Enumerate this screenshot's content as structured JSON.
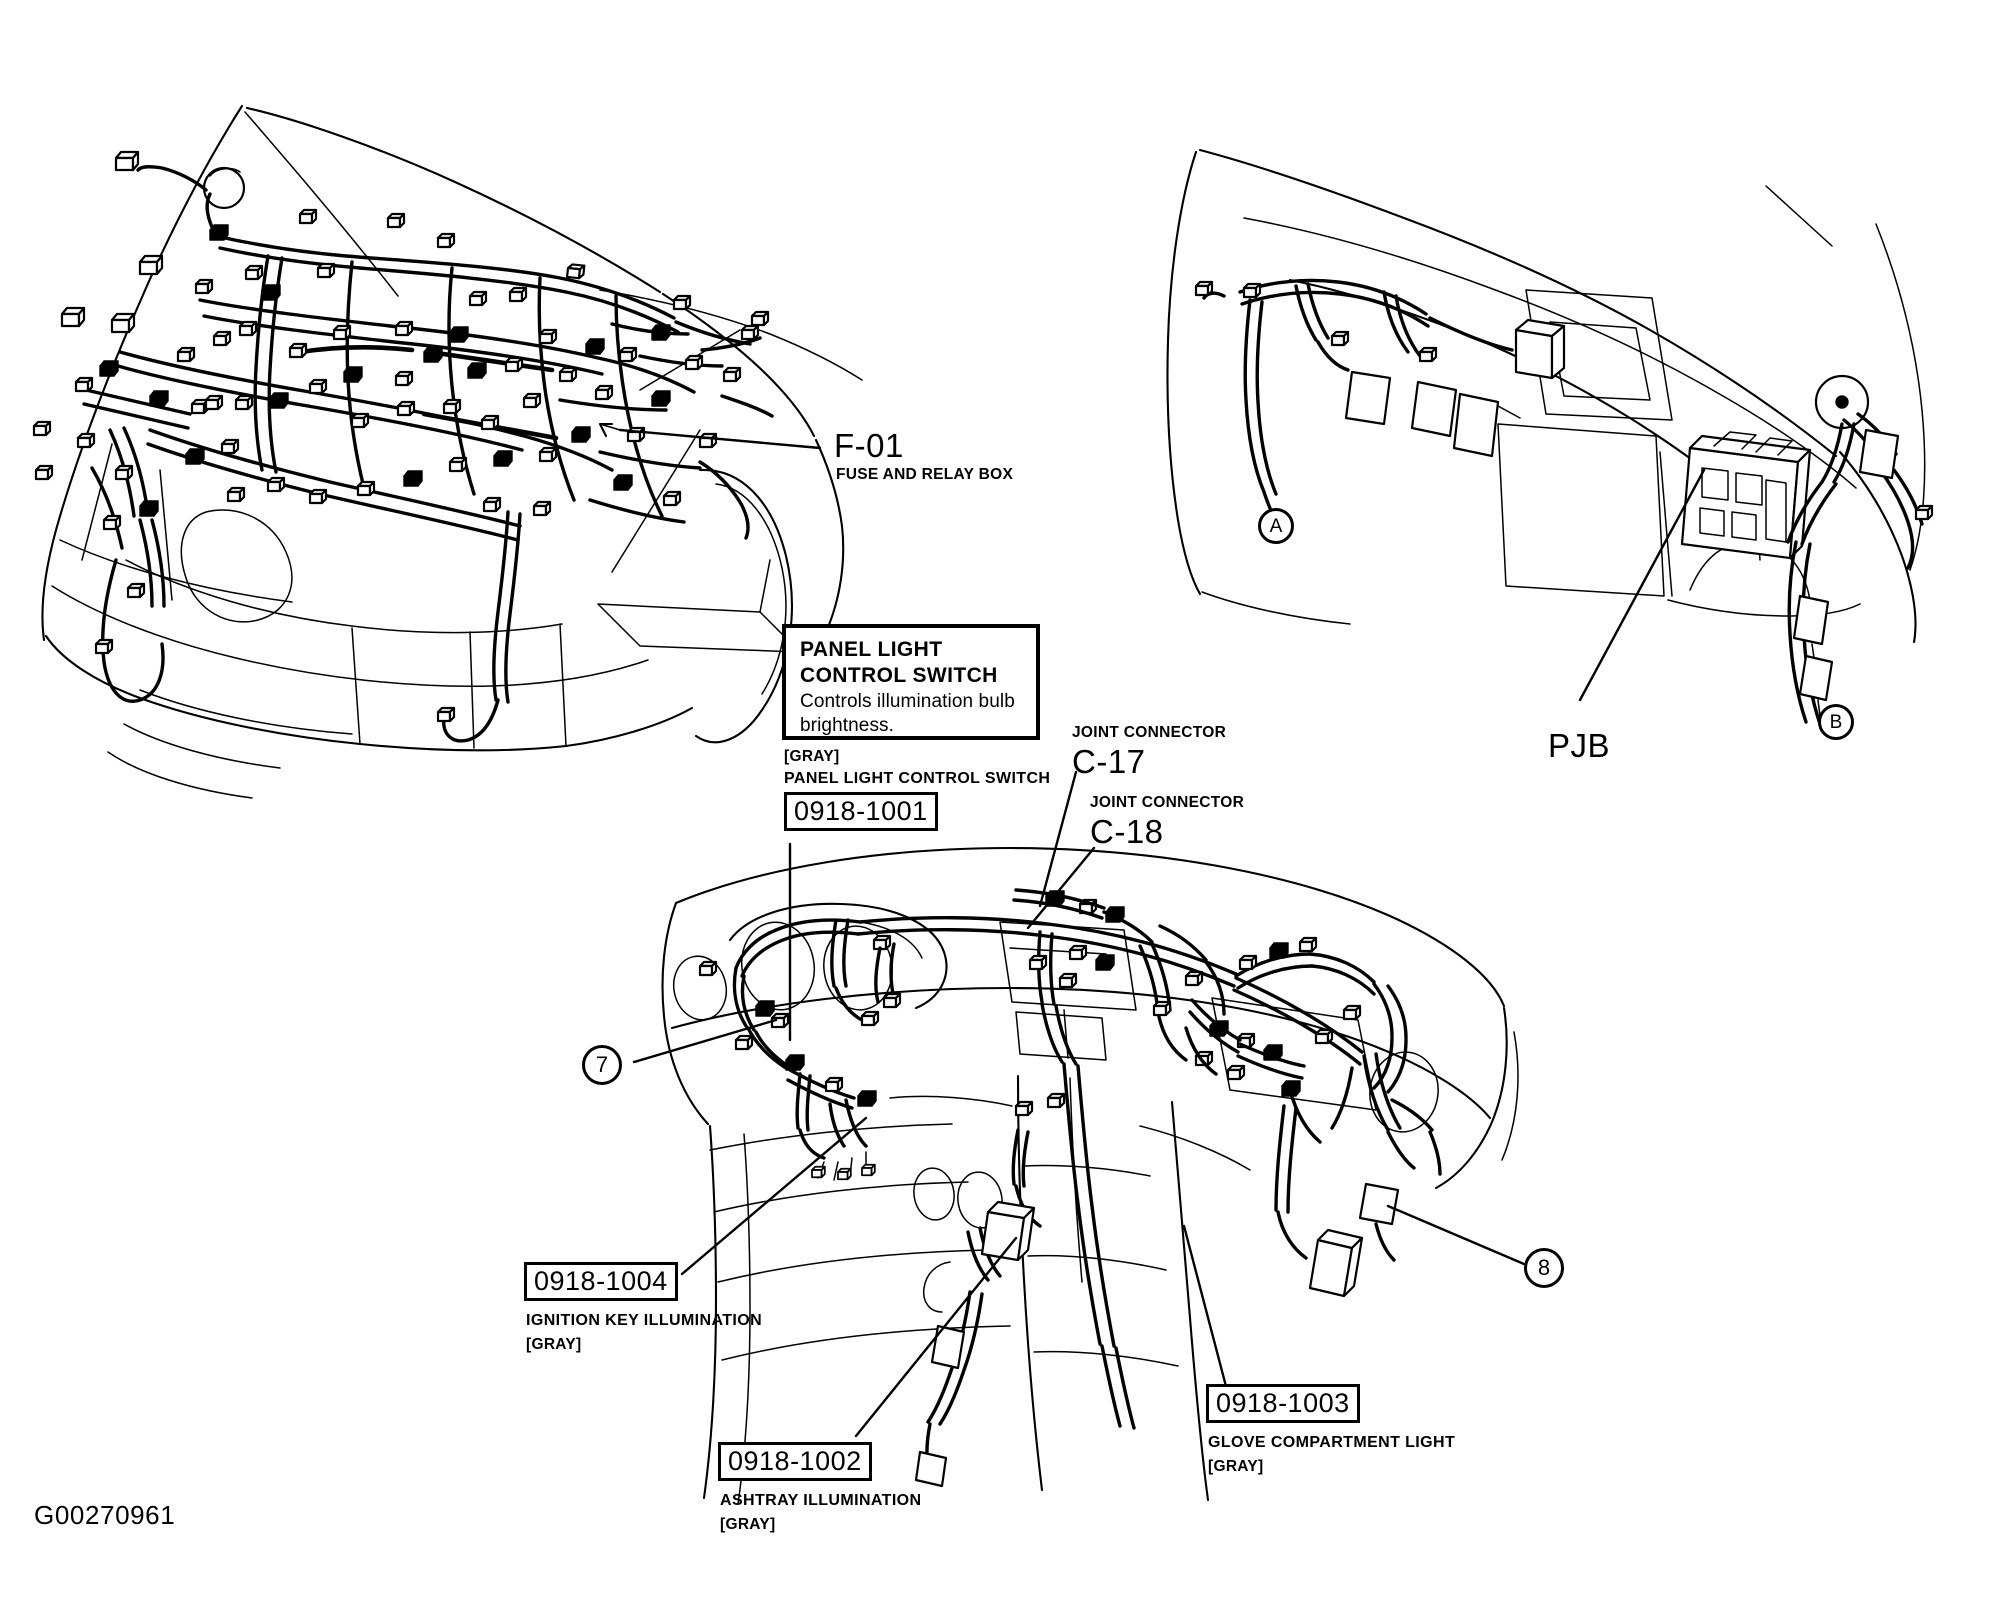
{
  "figure": {
    "id": "G00270961",
    "kind": "wiring-harness-routing-diagram"
  },
  "views": {
    "engine_bay": {
      "name": "Engine compartment harness view",
      "callouts": [
        {
          "ref": "F-01",
          "description": "FUSE AND RELAY BOX"
        }
      ]
    },
    "cowl_pjb": {
      "name": "Cowl / passenger junction block view",
      "callouts": [
        {
          "ref": "PJB",
          "description": ""
        }
      ],
      "circled": [
        {
          "label": "A"
        },
        {
          "label": "B"
        }
      ]
    },
    "instrument_panel": {
      "name": "Instrument panel harness view",
      "circled": [
        {
          "label": "7"
        },
        {
          "label": "8"
        }
      ]
    }
  },
  "note_box": {
    "title_line_1": "PANEL LIGHT",
    "title_line_2": "CONTROL SWITCH",
    "body_line_1": "Controls illumination bulb",
    "body_line_2": "brightness."
  },
  "joint_connectors": [
    {
      "heading": "JOINT CONNECTOR",
      "ref": "C-17"
    },
    {
      "heading": "JOINT CONNECTOR",
      "ref": "C-18"
    }
  ],
  "part_labels": [
    {
      "id": "panel-light-control-switch",
      "color_tag": "[GRAY]",
      "name_above": "PANEL LIGHT CONTROL SWITCH",
      "part_number": "0918-1001",
      "name_below": "",
      "color_tag_below": ""
    },
    {
      "id": "ignition-key-illumination",
      "color_tag": "",
      "name_above": "",
      "part_number": "0918-1004",
      "name_below": "IGNITION KEY ILLUMINATION",
      "color_tag_below": "[GRAY]"
    },
    {
      "id": "ashtray-illumination",
      "color_tag": "",
      "name_above": "",
      "part_number": "0918-1002",
      "name_below": "ASHTRAY ILLUMINATION",
      "color_tag_below": "[GRAY]"
    },
    {
      "id": "glove-compartment-light",
      "color_tag": "",
      "name_above": "",
      "part_number": "0918-1003",
      "name_below": "GLOVE COMPARTMENT LIGHT",
      "color_tag_below": "[GRAY]"
    }
  ],
  "colors": {
    "ink": "#000000",
    "paper": "#ffffff"
  }
}
